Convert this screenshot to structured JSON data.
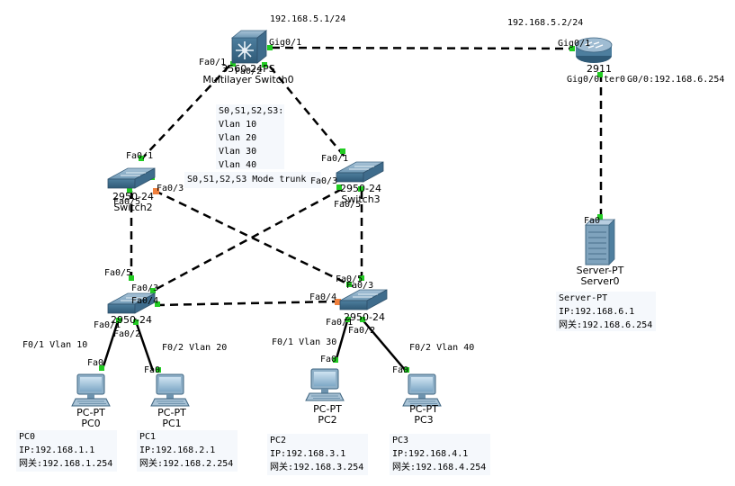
{
  "devices": {
    "multilayer_switch": {
      "model": "3560-24PS",
      "name": "Multilayer Switch0"
    },
    "switch2": {
      "model": "2950-24",
      "name": "Switch2"
    },
    "switch3": {
      "model": "2950-24",
      "name": "Switch3"
    },
    "switch0": {
      "model": "2950-24"
    },
    "switch1": {
      "model": "2950-24"
    },
    "router": {
      "model": "2911"
    },
    "server": {
      "model": "Server-PT",
      "name": "Server0"
    },
    "pc0": {
      "model": "PC-PT",
      "name": "PC0"
    },
    "pc1": {
      "model": "PC-PT",
      "name": "PC1"
    },
    "pc2": {
      "model": "PC-PT",
      "name": "PC2"
    },
    "pc3": {
      "model": "PC-PT",
      "name": "PC3"
    }
  },
  "ports": {
    "ms_gig01": "Gig0/1",
    "ms_fa01": "Fa0/1",
    "ms_fa02": "Fa0/2",
    "r_gig01": "Gig0/1",
    "r_gig00": "Gig0/0",
    "r_ter0": "ter0",
    "s2_fa01": "Fa0/1",
    "s2_fa03": "Fa0/3",
    "s2_fa05": "Fa0/5",
    "s3_fa01": "Fa0/1",
    "s3_fa03": "Fa0/3",
    "s3_fa05": "Fa0/5",
    "s0_fa05": "Fa0/5",
    "s0_fa03": "Fa0/3",
    "s0_fa04": "Fa0/4",
    "s0_fa01": "Fa0/1",
    "s0_fa02": "Fa0/2",
    "s1_fa05": "Fa0/5",
    "s1_fa03": "Fa0/3",
    "s1_fa04": "Fa0/4",
    "s1_fa01": "Fa0/1",
    "s1_fa02": "Fa0/2",
    "pc0_fa0": "Fa0",
    "pc1_fa0": "Fa0",
    "pc2_fa0": "Fa0",
    "pc3_fa0": "Fa0",
    "srv_fa0": "Fa0"
  },
  "labels": {
    "ms_ip": "192.168.5.1/24",
    "router_ip": "192.168.5.2/24",
    "router_g00": "G0/0:192.168.6.254",
    "pc0_vlan": "F0/1 Vlan 10",
    "pc1_vlan": "F0/2 Vlan 20",
    "pc2_vlan": "F0/1 Vlan 30",
    "pc3_vlan": "F0/2 Vlan 40"
  },
  "notes": {
    "vlans": [
      "S0,S1,S2,S3:",
      "Vlan 10",
      "Vlan 20",
      "Vlan 30",
      "Vlan 40"
    ],
    "trunk": [
      "S0,S1,S2,S3 Mode trunk"
    ],
    "server": [
      "Server-PT",
      "IP:192.168.6.1",
      "网关:192.168.6.254"
    ],
    "pc0": [
      "PC0",
      "IP:192.168.1.1",
      "网关:192.168.1.254"
    ],
    "pc1": [
      "PC1",
      "IP:192.168.2.1",
      "网关:192.168.2.254"
    ],
    "pc2": [
      "PC2",
      "IP:192.168.3.1",
      "网关:192.168.3.254"
    ],
    "pc3": [
      "PC3",
      "IP:192.168.4.1",
      "网关:192.168.4.254"
    ]
  },
  "colors": {
    "link": "#000000",
    "port_up": "#22cc22",
    "port_blocked": "#f07f3c",
    "device_body": "#4f7f9f",
    "note_bg": "#f5f8fc"
  }
}
